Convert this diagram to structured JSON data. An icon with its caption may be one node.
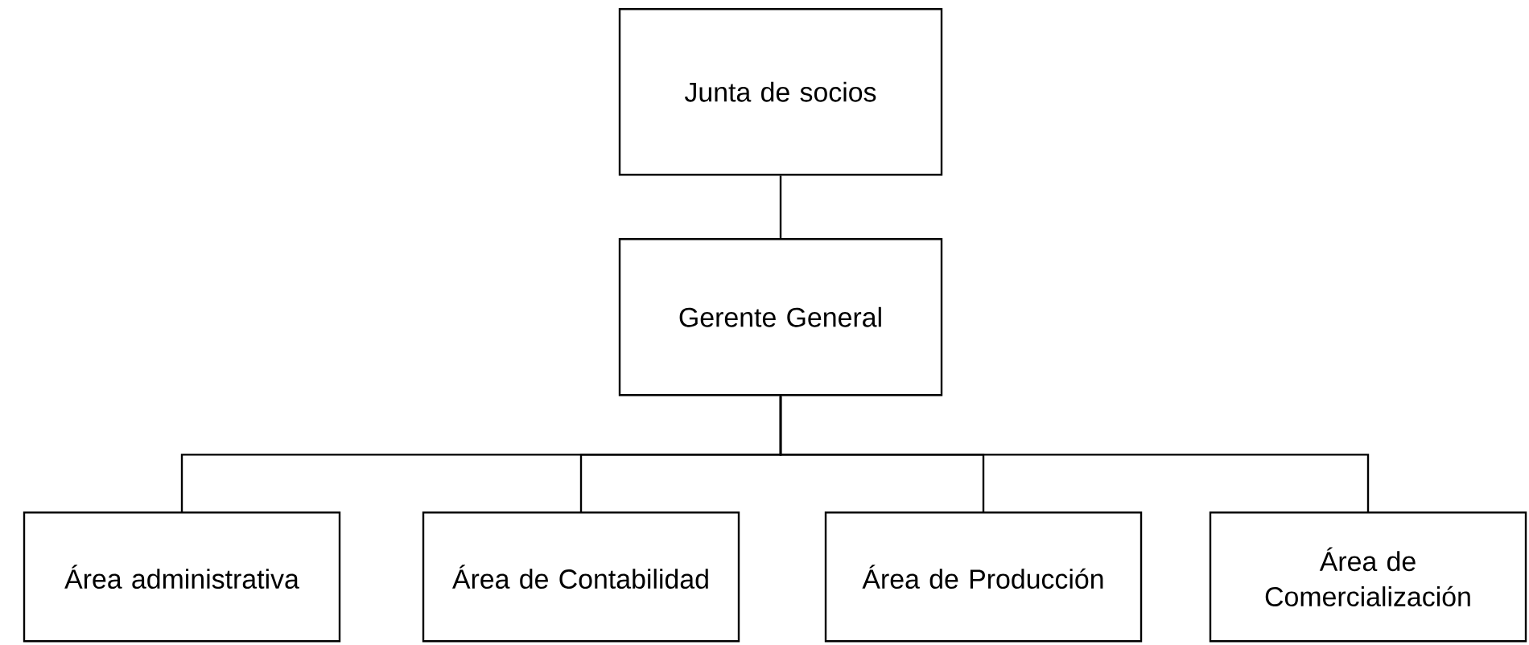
{
  "diagram": {
    "nodes": [
      {
        "text": [
          "Junta de socios"
        ]
      },
      {
        "text": [
          "Gerente General"
        ]
      },
      {
        "text": [
          "Área administrativa"
        ]
      },
      {
        "text": [
          "Área de Contabilidad"
        ]
      },
      {
        "text": [
          "Área de Producción"
        ]
      },
      {
        "text": [
          "Área de Comercialización"
        ]
      }
    ],
    "edges": [
      {
        "from": 0,
        "to": 1,
        "arrow": "none"
      },
      {
        "from": 1,
        "to": 2,
        "arrow": "none"
      },
      {
        "from": 1,
        "to": 3,
        "arrow": "none"
      },
      {
        "from": 1,
        "to": 4,
        "arrow": "none"
      },
      {
        "from": 1,
        "to": 5,
        "arrow": "none"
      }
    ]
  }
}
